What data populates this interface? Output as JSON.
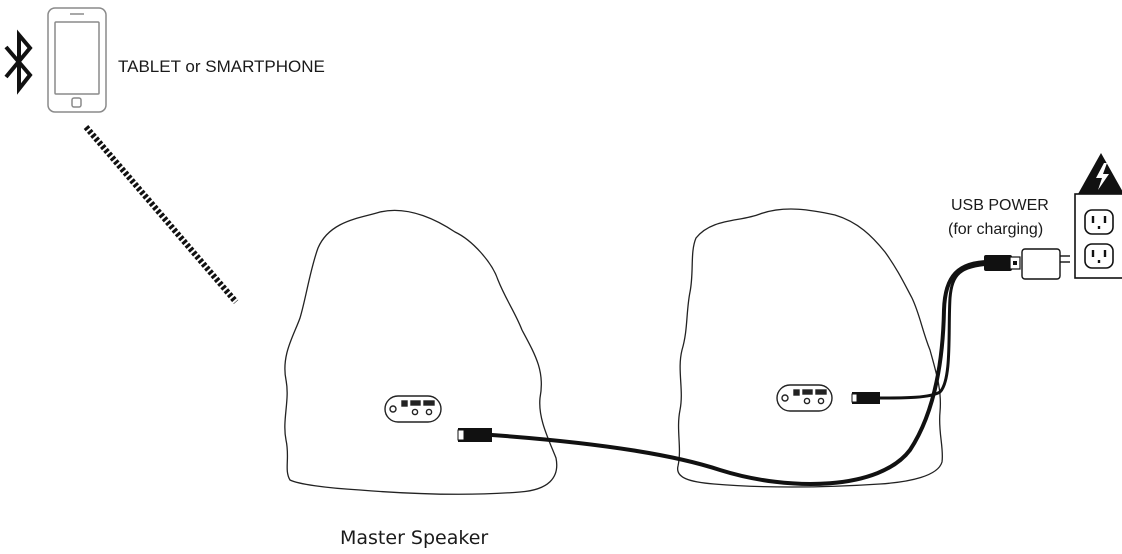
{
  "labels": {
    "device": "TABLET or SMARTPHONE",
    "usb_power_line1": "USB POWER",
    "usb_power_line2": "(for charging)",
    "master_speaker": "Master Speaker"
  },
  "icons": {
    "bluetooth": "bluetooth-icon",
    "phone": "smartphone-icon",
    "warning": "high-voltage-warning-icon",
    "outlet": "power-outlet-icon",
    "adapter": "usb-wall-adapter-icon"
  },
  "colors": {
    "line": "#1a1a1a",
    "background": "#ffffff"
  }
}
